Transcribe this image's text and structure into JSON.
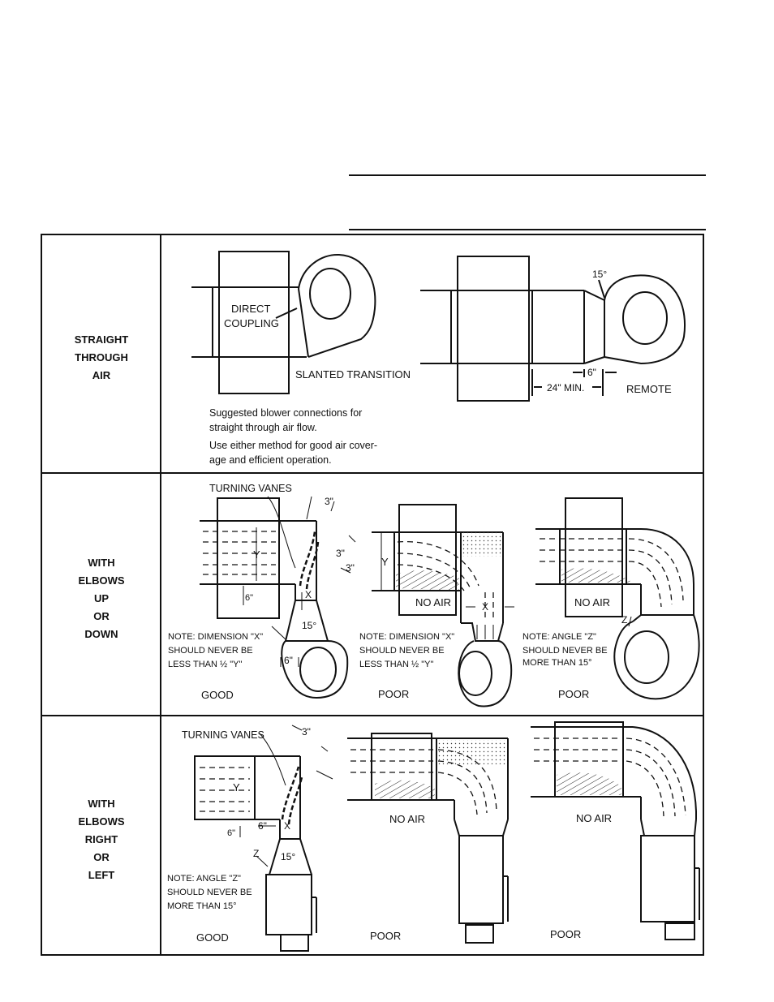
{
  "rows": [
    {
      "label_lines": [
        "STRAIGHT",
        "THROUGH",
        "AIR"
      ]
    },
    {
      "label_lines": [
        "WITH",
        "ELBOWS",
        "UP",
        "OR",
        "DOWN"
      ]
    },
    {
      "label_lines": [
        "WITH",
        "ELBOWS",
        "RIGHT",
        "OR",
        "LEFT"
      ]
    }
  ],
  "row1": {
    "direct_coupling": [
      "DIRECT",
      "COUPLING"
    ],
    "slanted_transition": "SLANTED TRANSITION",
    "angle": "15°",
    "dim_6": "6\"",
    "dim_24": "24\" MIN.",
    "remote": "REMOTE",
    "caption_1": [
      "Suggested blower connections for",
      "straight through air flow."
    ],
    "caption_2": [
      "Use either method for good air cover-",
      "age and efficient operation."
    ]
  },
  "row2": {
    "turning_vanes": "TURNING VANES",
    "dim_3a": "3\"",
    "dim_3b": "3\"",
    "dim_3c": "3\"",
    "y": "Y",
    "x": "X",
    "dim_6a": "6\"",
    "dim_6b": "6\"",
    "angle": "15°",
    "no_air": "NO AIR",
    "z": "Z",
    "note_good": [
      "NOTE: DIMENSION \"X\"",
      "SHOULD NEVER BE",
      "LESS THAN ½ \"Y\""
    ],
    "note_poor1": [
      "NOTE: DIMENSION \"X\"",
      "SHOULD NEVER BE",
      "LESS THAN ½ \"Y\""
    ],
    "note_poor2": [
      "NOTE: ANGLE \"Z\"",
      "SHOULD NEVER BE",
      "MORE THAN 15°"
    ],
    "good": "GOOD",
    "poor": "POOR"
  },
  "row3": {
    "turning_vanes": "TURNING VANES",
    "dim_3": "3\"",
    "y": "Y",
    "x": "X",
    "z": "Z",
    "dim_6a": "6\"",
    "dim_6b": "6\"",
    "angle": "15°",
    "no_air": "NO AIR",
    "note": [
      "NOTE: ANGLE \"Z\"",
      "SHOULD NEVER BE",
      "MORE THAN 15°"
    ],
    "good": "GOOD",
    "poor": "POOR"
  }
}
